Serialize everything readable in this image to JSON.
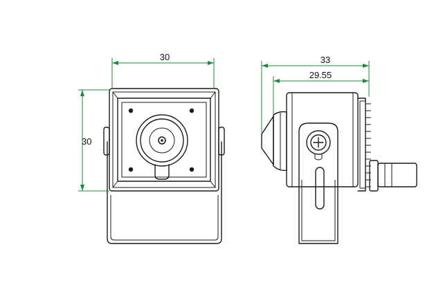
{
  "dimensions": {
    "front_width": "30",
    "front_height": "30",
    "side_total_length": "33",
    "side_body_length": "29.55"
  },
  "colors": {
    "dimension_line": "#1a8a3a",
    "outline": "#1a1a1a",
    "background": "#ffffff"
  }
}
